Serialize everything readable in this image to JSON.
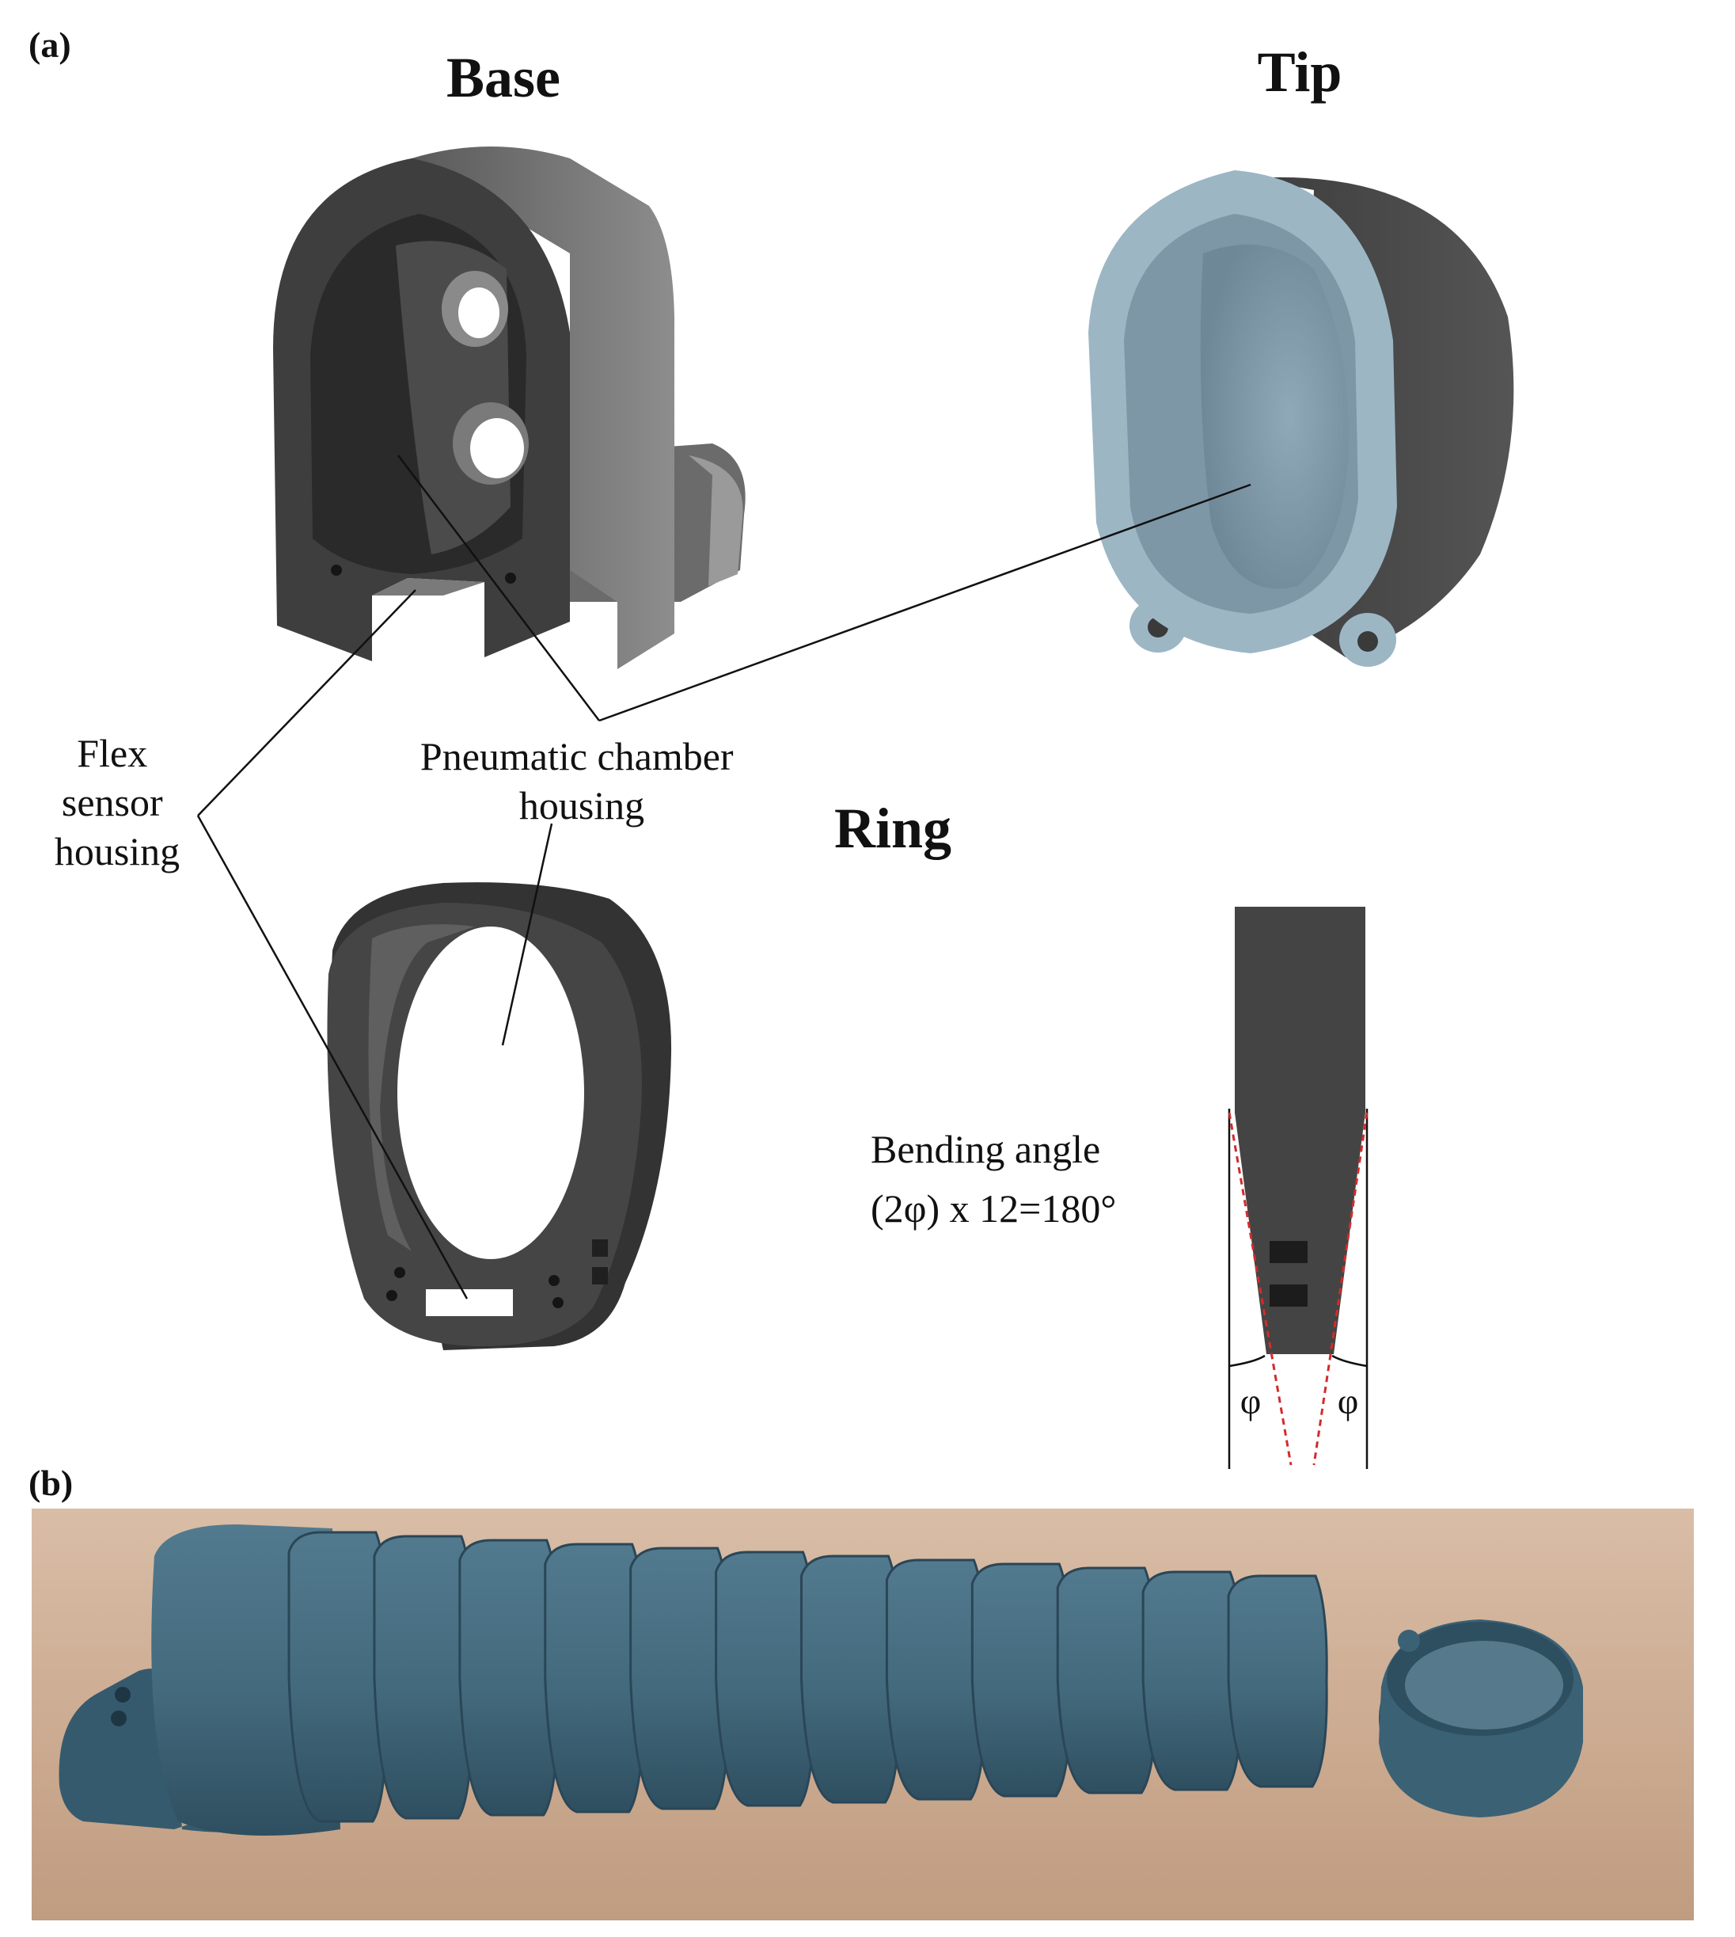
{
  "panel_a": {
    "panel_label": "(a)",
    "titles": {
      "base": "Base",
      "tip": "Tip",
      "ring": "Ring"
    },
    "labels": {
      "flex_sensor_housing": [
        "Flex",
        "sensor",
        "housing"
      ],
      "pneumatic_chamber_housing": [
        "Pneumatic chamber",
        "housing"
      ],
      "bending_angle": [
        "Bending angle",
        "(2φ) x 12=180°"
      ],
      "phi_left": "φ",
      "phi_right": "φ"
    }
  },
  "panel_b": {
    "panel_label": "(b)",
    "ring_count": 12
  },
  "colors": {
    "part_dark": "#4a4a4a",
    "part_blue": "#9cb6c4",
    "printed_blue": "#45697c",
    "table_wood": "#c8a58a",
    "angle_guides": "#d22b2b"
  }
}
